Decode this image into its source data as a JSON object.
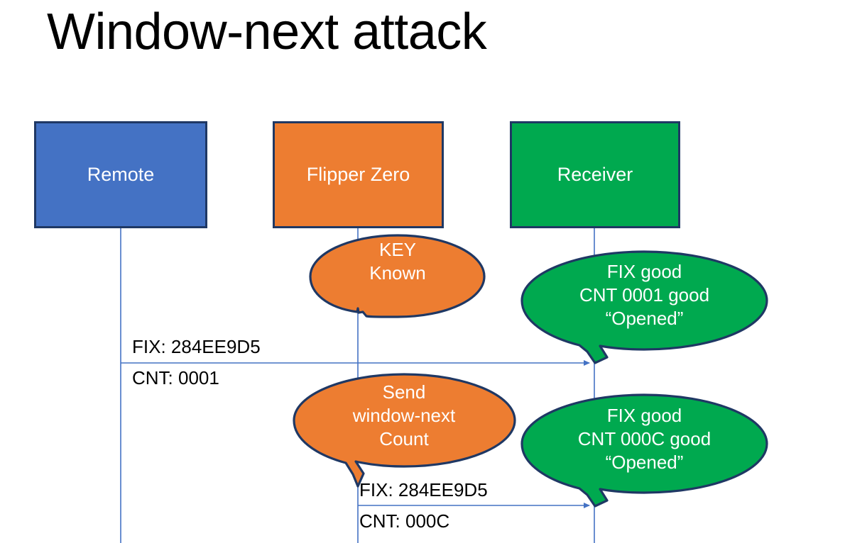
{
  "slide": {
    "title": "Window-next attack",
    "background": "#FFFFFF"
  },
  "colors": {
    "remote_fill": "#4472C4",
    "flipper_fill": "#ED7D31",
    "receiver_fill": "#00A94F",
    "border": "#1F3864",
    "line": "#4472C4",
    "label_text": "#000000",
    "box_text": "#FFFFFF"
  },
  "actors": [
    {
      "id": "remote",
      "label": "Remote",
      "fill": "#4472C4"
    },
    {
      "id": "flipper",
      "label": "Flipper Zero",
      "fill": "#ED7D31"
    },
    {
      "id": "receiver",
      "label": "Receiver",
      "fill": "#00A94F"
    }
  ],
  "bubbles": [
    {
      "id": "key-known",
      "owner": "flipper",
      "fill": "#ED7D31",
      "text": "KEY\nKnown"
    },
    {
      "id": "receiver-1",
      "owner": "receiver",
      "fill": "#00A94F",
      "text": "FIX good\nCNT 0001 good\n“Opened”"
    },
    {
      "id": "send-window",
      "owner": "flipper",
      "fill": "#ED7D31",
      "text": "Send\nwindow-next\nCount"
    },
    {
      "id": "receiver-2",
      "owner": "receiver",
      "fill": "#00A94F",
      "text": "FIX good\nCNT 000C good\n“Opened”"
    }
  ],
  "messages": [
    {
      "id": "msg1",
      "from": "remote",
      "to": "receiver",
      "fix_label": "FIX: 284EE9D5",
      "cnt_label": "CNT: 0001"
    },
    {
      "id": "msg2",
      "from": "flipper",
      "to": "receiver",
      "fix_label": "FIX: 284EE9D5",
      "cnt_label": "CNT: 000C"
    }
  ]
}
